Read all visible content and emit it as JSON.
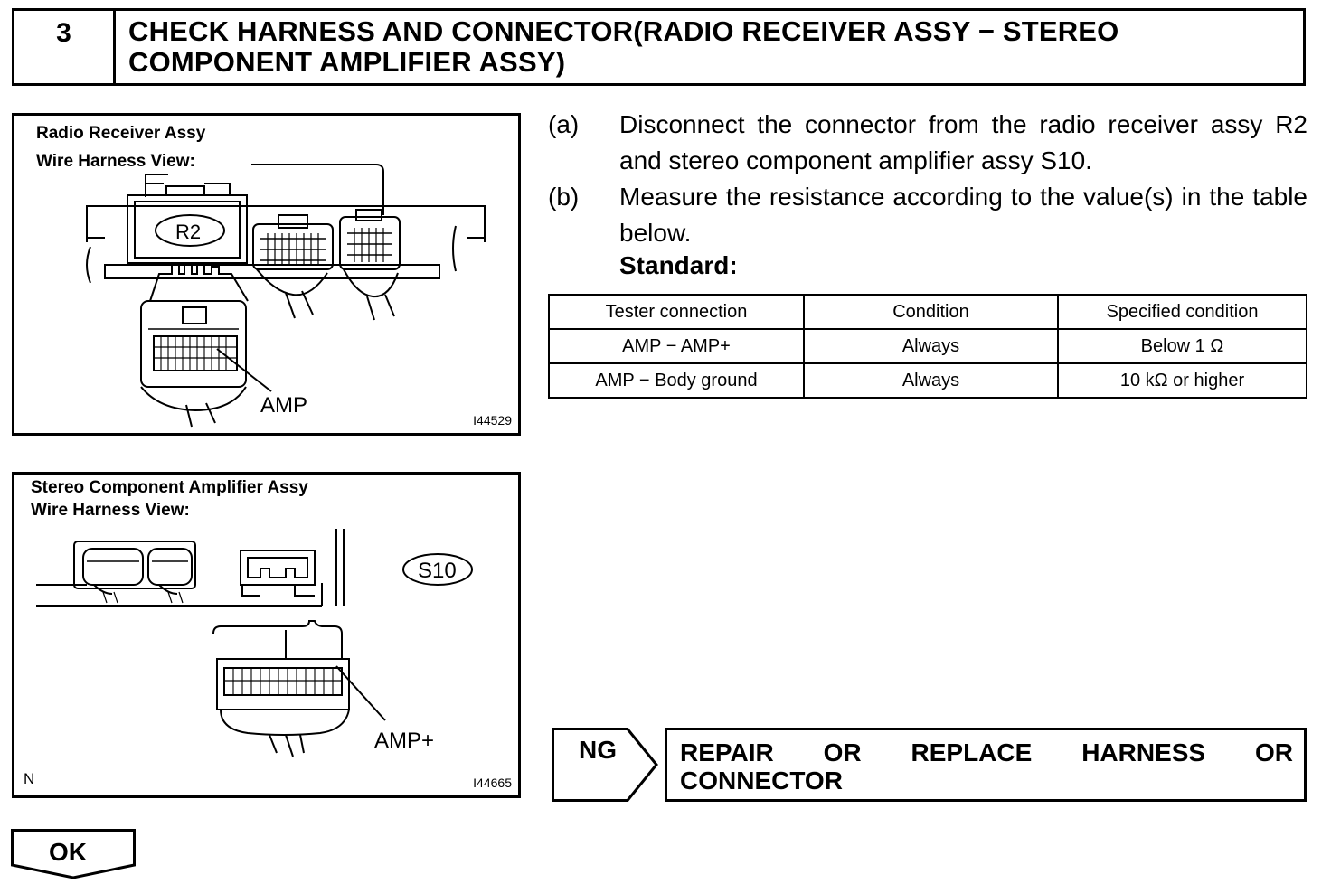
{
  "header": {
    "step_number": "3",
    "title": "CHECK HARNESS AND CONNECTOR(RADIO RECEIVER ASSY − STEREO COMPONENT AMPLIFIER ASSY)"
  },
  "figure1": {
    "caption_line1": "Radio Receiver Assy",
    "caption_line2": "Wire Harness View:",
    "connector_label": "R2",
    "pin_label": "AMP",
    "figure_id": "I44529"
  },
  "figure2": {
    "caption_line1": "Stereo Component Amplifier Assy",
    "caption_line2": "Wire Harness View:",
    "connector_label": "S10",
    "pin_label": "AMP+",
    "orientation_mark": "N",
    "figure_id": "I44665"
  },
  "instructions": [
    {
      "label": "(a)",
      "text": "Disconnect the connector from the radio receiver assy R2 and stereo component amplifier assy S10."
    },
    {
      "label": "(b)",
      "text": "Measure the resistance according to the value(s) in the table below."
    }
  ],
  "standard_label": "Standard:",
  "table": {
    "headers": [
      "Tester connection",
      "Condition",
      "Specified condition"
    ],
    "rows": [
      [
        "AMP − AMP+",
        "Always",
        "Below 1 Ω"
      ],
      [
        "AMP − Body ground",
        "Always",
        "10 kΩ or higher"
      ]
    ]
  },
  "ng": {
    "label": "NG",
    "action_line1_words": [
      "REPAIR",
      "OR",
      "REPLACE",
      "HARNESS",
      "OR"
    ],
    "action_line2": "CONNECTOR"
  },
  "ok": {
    "label": "OK"
  }
}
